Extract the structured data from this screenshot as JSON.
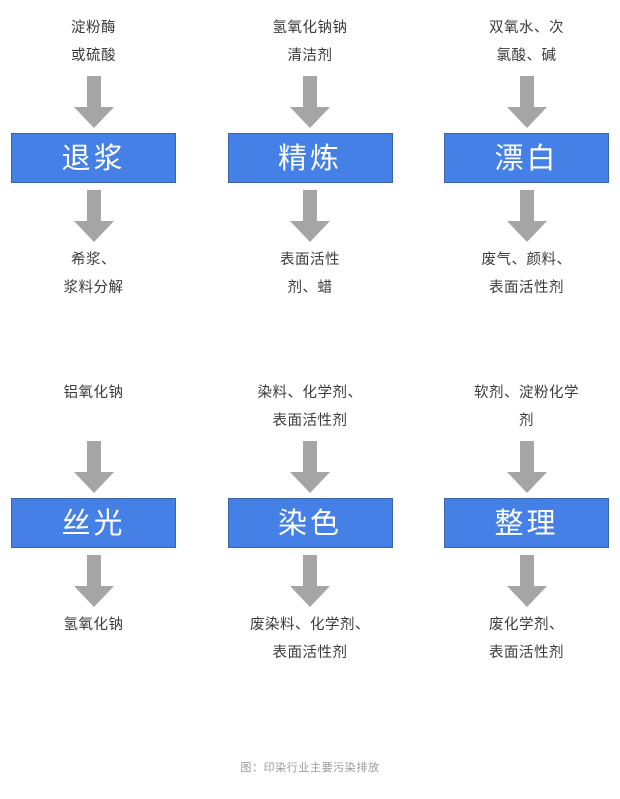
{
  "figure": {
    "caption": "图：印染行业主要污染排放",
    "colors": {
      "box_fill": "#4580e6",
      "box_border": "#3a63a8",
      "box_text": "#ffffff",
      "arrow": "#a5a5a5",
      "body_text": "#3b3b3b",
      "caption_text": "#9a9a9a",
      "background": "#ffffff"
    }
  },
  "rows": [
    {
      "columns": [
        {
          "input": "淀粉酶\n或硫酸",
          "process": "退浆",
          "output": "希浆、\n浆料分解"
        },
        {
          "input": "氢氧化钠钠\n清洁剂",
          "process": "精炼",
          "output": "表面活性\n剂、蜡"
        },
        {
          "input": "双氧水、次\n氯酸、碱",
          "process": "漂白",
          "output": "废气、颜料、\n表面活性剂"
        }
      ]
    },
    {
      "columns": [
        {
          "input": "铝氧化钠",
          "process": "丝光",
          "output": "氢氧化钠"
        },
        {
          "input": "染料、化学剂、\n表面活性剂",
          "process": "染色",
          "output": "废染料、化学剂、\n表面活性剂"
        },
        {
          "input": "软剂、淀粉化学\n剂",
          "process": "整理",
          "output": "废化学剂、\n表面活性剂"
        }
      ]
    }
  ],
  "chart_data": {
    "type": "diagram",
    "title": "印染行业主要污染排放",
    "stages": [
      {
        "name": "退浆",
        "inputs": "淀粉酶、硫酸",
        "outputs": "希浆、浆料分解"
      },
      {
        "name": "精炼",
        "inputs": "氢氧化钠钠、清洁剂",
        "outputs": "表面活性剂、蜡"
      },
      {
        "name": "漂白",
        "inputs": "双氧水、次氯酸、碱",
        "outputs": "废气、颜料、表面活性剂"
      },
      {
        "name": "丝光",
        "inputs": "铝氧化钠",
        "outputs": "氢氧化钠"
      },
      {
        "name": "染色",
        "inputs": "染料、化学剂、表面活性剂",
        "outputs": "废染料、化学剂、表面活性剂"
      },
      {
        "name": "整理",
        "inputs": "软剂、淀粉化学剂",
        "outputs": "废化学剂、表面活性剂"
      }
    ]
  }
}
